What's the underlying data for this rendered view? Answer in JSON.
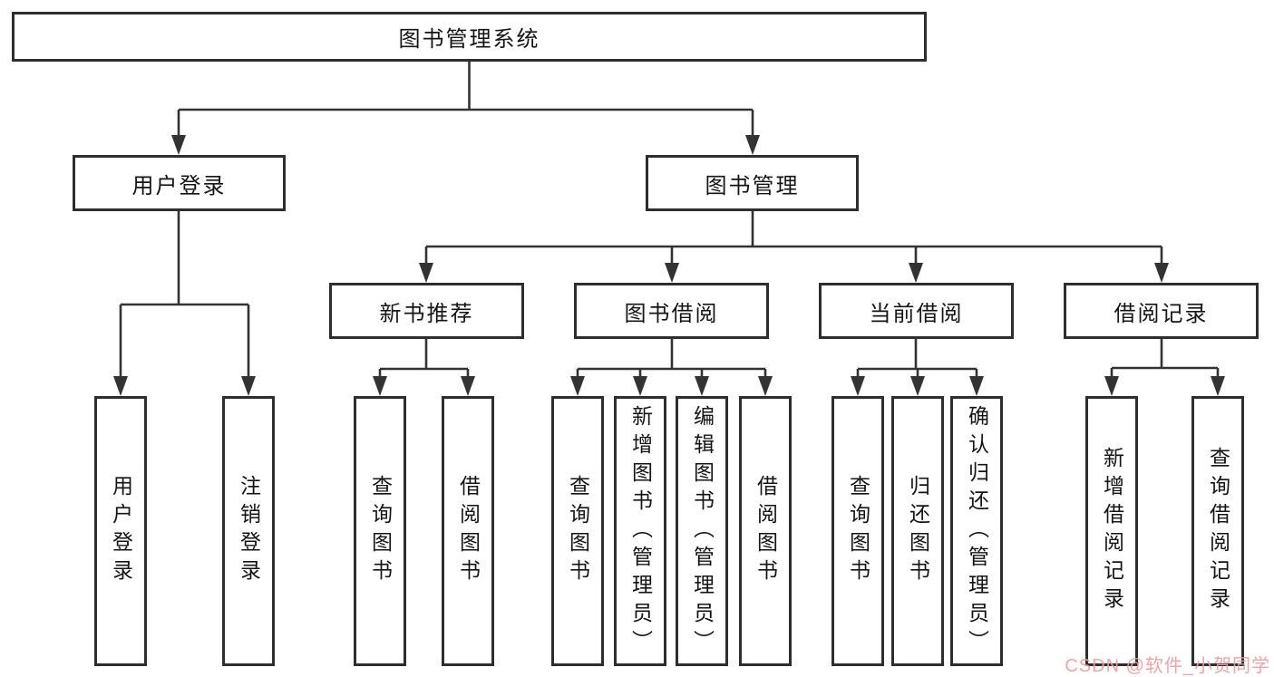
{
  "tree": {
    "label": "图书管理系统",
    "children": [
      {
        "label": "用户登录",
        "children": [
          {
            "label": "用户登录"
          },
          {
            "label": "注销登录"
          }
        ]
      },
      {
        "label": "图书管理",
        "children": [
          {
            "label": "新书推荐",
            "children": [
              {
                "label": "查询图书"
              },
              {
                "label": "借阅图书"
              }
            ]
          },
          {
            "label": "图书借阅",
            "children": [
              {
                "label": "查询图书"
              },
              {
                "label": "新增图书（管理员）"
              },
              {
                "label": "编辑图书（管理员）"
              },
              {
                "label": "借阅图书"
              }
            ]
          },
          {
            "label": "当前借阅",
            "children": [
              {
                "label": "查询图书"
              },
              {
                "label": "归还图书"
              },
              {
                "label": "确认归还（管理员）"
              }
            ]
          },
          {
            "label": "借阅记录",
            "children": [
              {
                "label": "新增借阅记录"
              },
              {
                "label": "查询借阅记录"
              }
            ]
          }
        ]
      }
    ]
  },
  "watermark": {
    "text": "CSDN @软件_小贺同学"
  },
  "colors": {
    "line": "#333333",
    "box_border": "#2e2e2e",
    "text": "#151515",
    "watermark": "#ef9ea3",
    "background": "#ffffff"
  }
}
